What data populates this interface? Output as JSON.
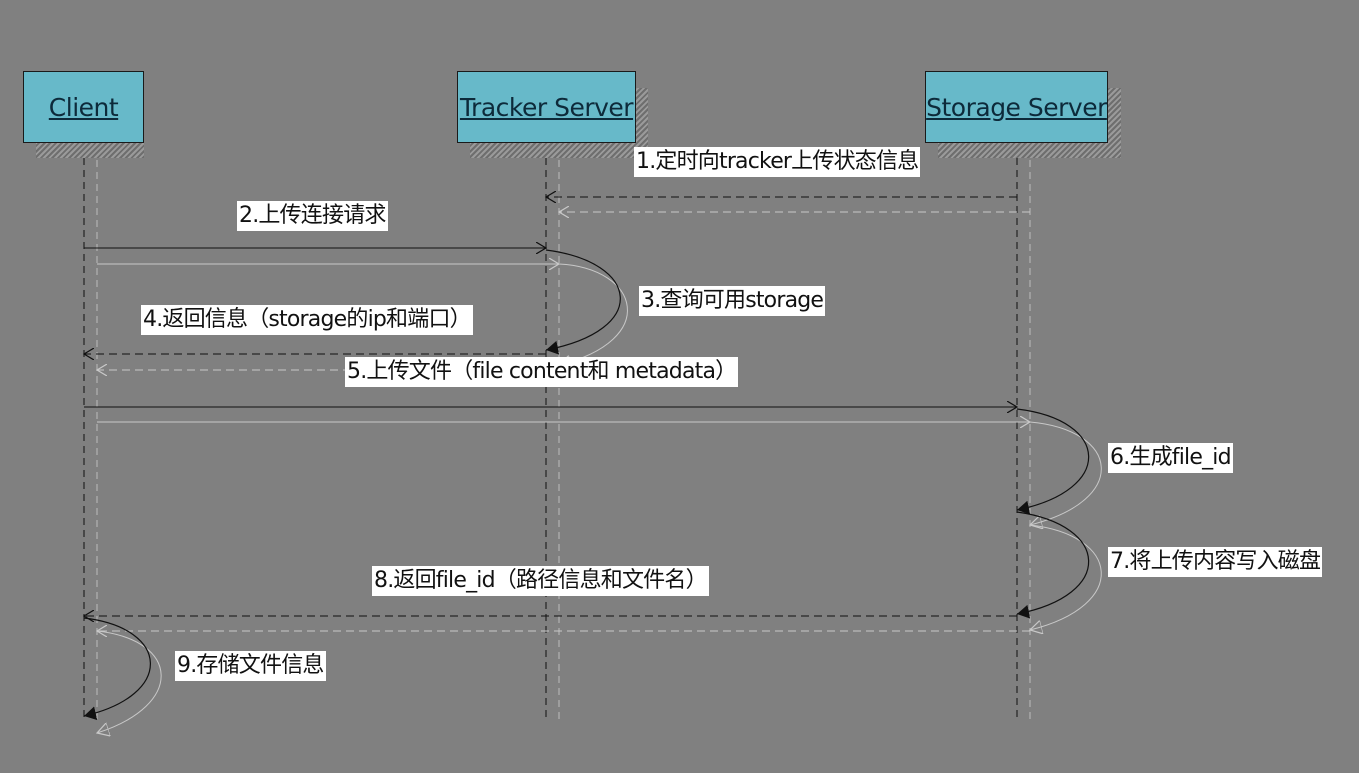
{
  "actors": [
    {
      "name": "Client"
    },
    {
      "name": "Tracker Server"
    },
    {
      "name": "Storage Server"
    }
  ],
  "messages": [
    {
      "label": "1.定时向tracker上传状态信息"
    },
    {
      "label": "2.上传连接请求"
    },
    {
      "label": "3.查询可用storage"
    },
    {
      "label": "4.返回信息（storage的ip和端口）"
    },
    {
      "label": "5.上传文件（file content和 metadata）"
    },
    {
      "label": "6.生成file_id"
    },
    {
      "label": "7.将上传内容写入磁盘"
    },
    {
      "label": "8.返回file_id（路径信息和文件名）"
    },
    {
      "label": "9.存储文件信息"
    }
  ],
  "colors": {
    "background": "#808080",
    "actor_fill": "#67b9c9",
    "actor_text": "#0d2a3a",
    "line": "#111111",
    "shadow_line": "#bdbdbd",
    "label_bg": "#ffffff"
  }
}
